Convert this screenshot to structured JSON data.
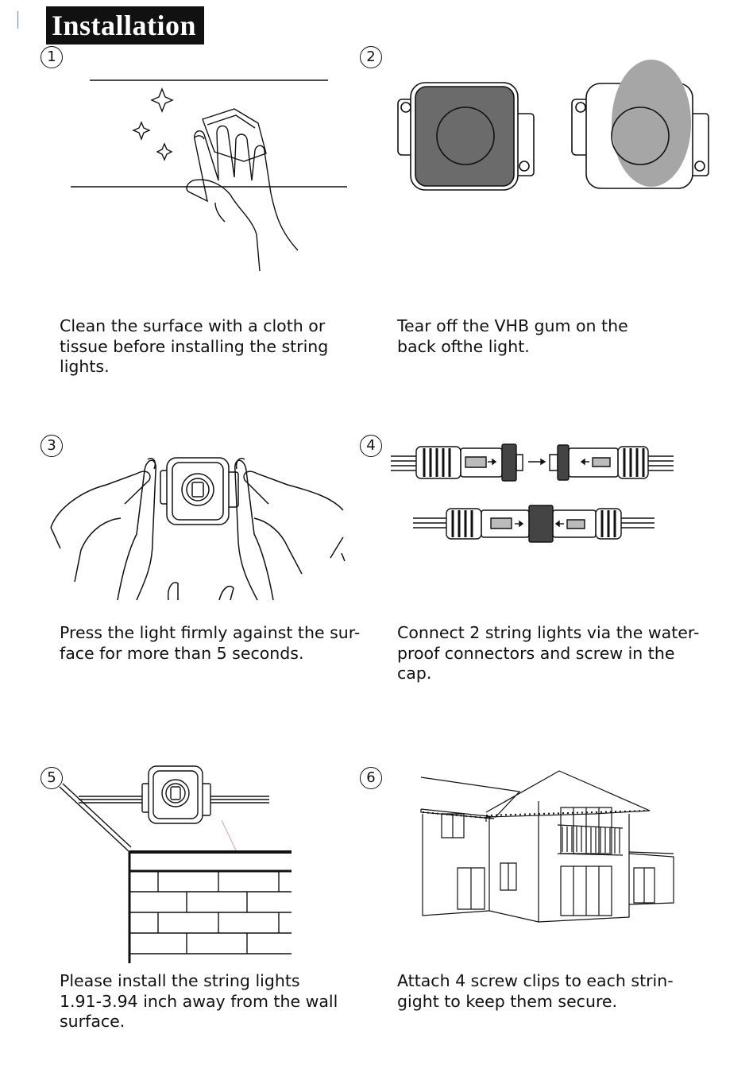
{
  "title": "Installation",
  "steps": [
    {
      "number": "1",
      "caption": "Clean the surface with a cloth or\ntissue before installing the string\nlights.",
      "illustration_icon": "hand-wiping-surface-icon"
    },
    {
      "number": "2",
      "caption": "Tear off the VHB gum on the\nback ofthe light.",
      "illustration_icon": "light-back-adhesive-icon"
    },
    {
      "number": "3",
      "caption": "Press the light firmly against the sur-\nface for more than 5 seconds.",
      "illustration_icon": "hands-pressing-light-icon"
    },
    {
      "number": "4",
      "caption": "Connect 2 string lights via the water-\nproof connectors and screw in the\ncap.",
      "illustration_icon": "waterproof-connector-icon"
    },
    {
      "number": "5",
      "caption": "Please install the string lights\n1.91-3.94 inch away from the wall\nsurface.",
      "illustration_icon": "light-near-wall-icon"
    },
    {
      "number": "6",
      "caption": "Attach 4 screw clips to each strin-\ngight to keep them secure.",
      "illustration_icon": "house-with-lights-icon"
    }
  ],
  "colors": {
    "title_background": "#111111",
    "title_text": "#ffffff",
    "adhesive_dark": "#6b6b6b",
    "adhesive_light": "#a6a6a6"
  }
}
